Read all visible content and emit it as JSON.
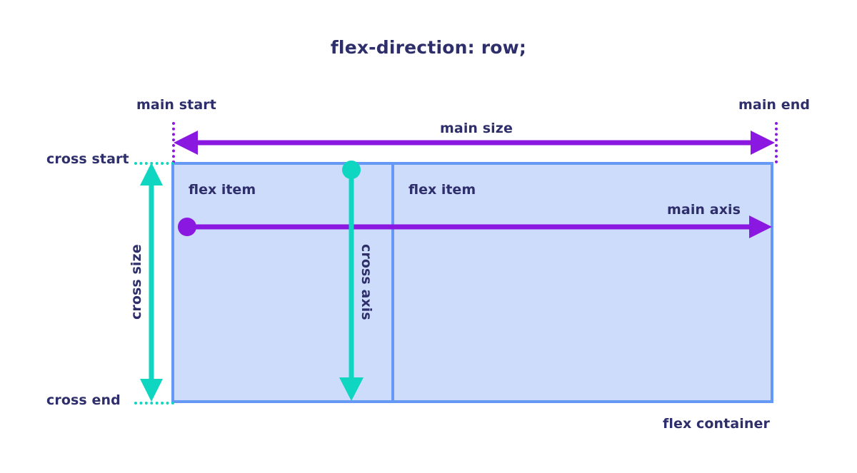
{
  "diagram": {
    "title": "flex-direction: row;",
    "type": "flexbox-axes-diagram",
    "colors": {
      "text": "#2e2e6b",
      "main_axis": "#8b18e0",
      "cross_axis": "#0ed6c0",
      "container_border": "#6699f5",
      "container_fill": "#cedcfc",
      "background": "#ffffff"
    },
    "labels": {
      "main_start": "main start",
      "main_end": "main end",
      "main_size": "main size",
      "main_axis": "main axis",
      "cross_start": "cross start",
      "cross_end": "cross end",
      "cross_size": "cross size",
      "cross_axis": "cross axis",
      "flex_container": "flex container"
    },
    "container": {
      "items": [
        {
          "label": "flex item"
        },
        {
          "label": "flex item"
        }
      ]
    }
  }
}
